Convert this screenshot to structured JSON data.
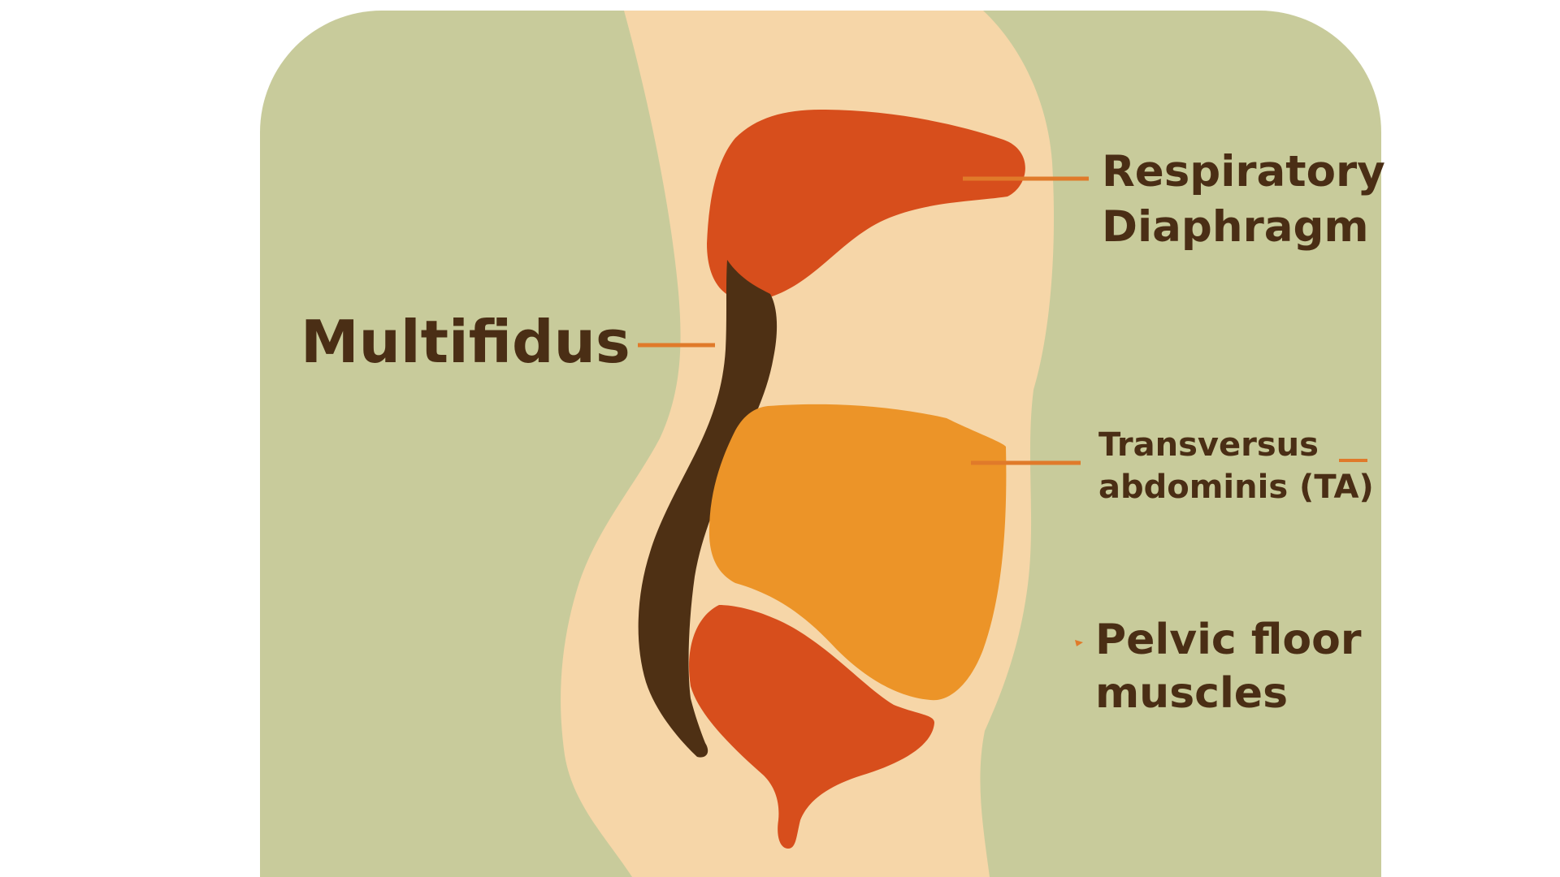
{
  "colors": {
    "background_panel": "#c8cb9b",
    "body": "#f6d6a8",
    "diaphragm": "#d74e1c",
    "transversus_abdominis": "#ec9428",
    "pelvic_floor": "#d74e1c",
    "multifidus": "#4e3014",
    "leader_lines": "#e07a2a",
    "label_text": "#4a2e15"
  },
  "labels": {
    "multifidus": "Multifidus",
    "respiratory_diaphragm": {
      "line1": "Respiratory",
      "line2": "Diaphragm"
    },
    "transversus_abdominis": {
      "line1": "Transversus",
      "line2": "abdominis (TA)"
    },
    "pelvic_floor": {
      "line1": "Pelvic floor",
      "line2": "muscles"
    }
  }
}
